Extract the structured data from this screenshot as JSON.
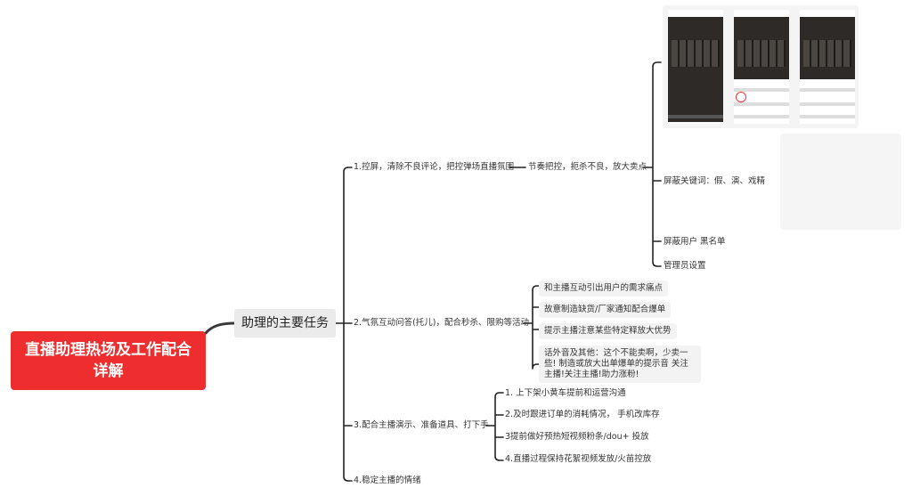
{
  "root": {
    "title": "直播助理热场及工作配合详解"
  },
  "main_topic": {
    "label": "助理的主要任务"
  },
  "branches": [
    {
      "label": "1.控屏，清除不良评论，把控弹场直播氛围",
      "child": {
        "label": "节奏把控，扼杀不良，放大卖点"
      },
      "items": [
        "屏蔽关键词：假、演、戏精",
        "屏蔽用户 黑名单",
        "管理员设置"
      ]
    },
    {
      "label": "2.气氛互动问答(托儿)，配合秒杀、限购等活动",
      "items": [
        "和主播互动引出用户的需求痛点",
        "故意制造缺货/厂家通知配合爆单",
        "提示主播注意某些特定释放大优势",
        "话外音及其他：这个不能卖啊，少卖一些! 制造或放大出单爆单的提示音 关注主播!关注主播!助力涨粉!"
      ]
    },
    {
      "label": "3.配合主播演示、准备道具、打下手",
      "items": [
        "1. 上下架小黄车提前和运营沟通",
        "2.及时跟进订单的消耗情况， 手机改库存",
        "3提前做好预热短视频粉条/dou+ 投放",
        "4.直播过程保持花絮视频发放/火苗控放"
      ]
    },
    {
      "label": "4.稳定主播的情绪"
    }
  ],
  "colors": {
    "root_bg": "#ee2e2e",
    "line": "#222222",
    "root_line": "#3a3a3a"
  }
}
